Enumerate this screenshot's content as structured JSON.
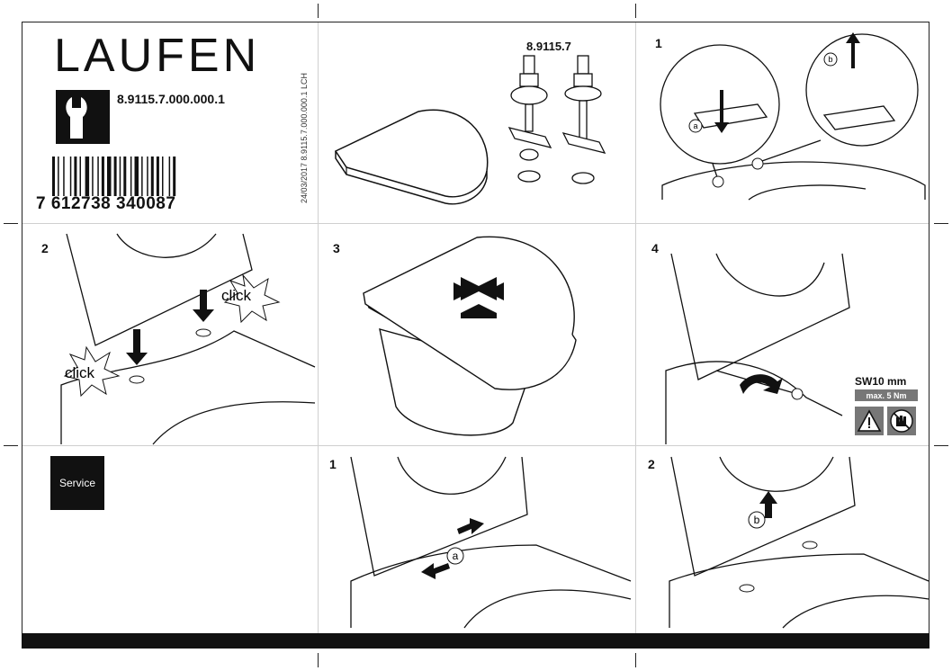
{
  "brand": {
    "logo": "LAUFEN"
  },
  "product": {
    "article_number": "8.9115.7.000.000.1",
    "part_number": "8.9115.7",
    "barcode_number": "7 612738 340087",
    "print_code": "24/03/2017  8.9115.7.000.000.1 LCH"
  },
  "steps": {
    "s1_top": "1",
    "s2": "2",
    "s3": "3",
    "s4": "4",
    "s1_service": "1",
    "s2_service": "2"
  },
  "callouts": {
    "click_left": "click",
    "click_right": "click",
    "marker_a": "a",
    "marker_b": "b"
  },
  "tool": {
    "wrench_size": "SW10 mm",
    "max_torque": "max. 5 Nm"
  },
  "service": {
    "label": "Service"
  },
  "icons": [
    "wrench-icon",
    "barcode-icon",
    "warning-icon",
    "no-gloves-icon",
    "arrow-icon"
  ]
}
